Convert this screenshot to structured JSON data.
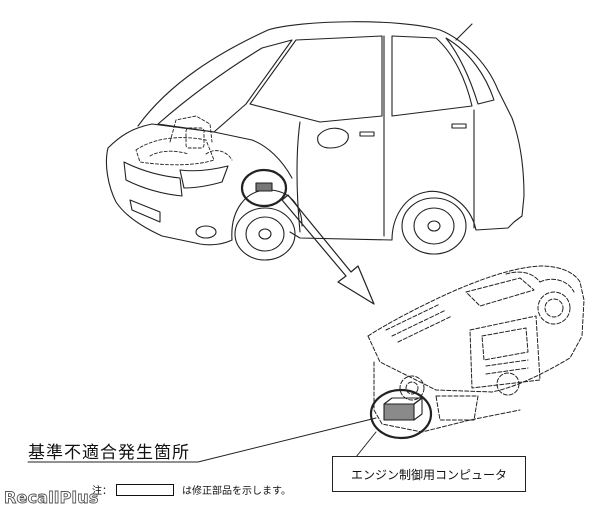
{
  "diagram": {
    "defect_label": "基準不適合発生箇所",
    "ecu_label": "エンジン制御用コンピュータ",
    "note": {
      "prefix": "注：",
      "suffix": "は修正部品を示します。"
    },
    "watermark": "RecallPlus"
  },
  "colors": {
    "line": "#222222",
    "background": "#ffffff"
  }
}
